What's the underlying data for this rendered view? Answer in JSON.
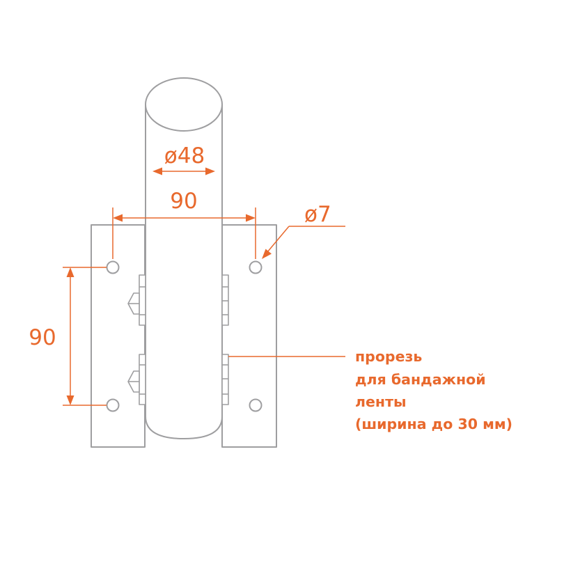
{
  "colors": {
    "line": "#9e9ea0",
    "accent": "#e8692d",
    "background": "#ffffff"
  },
  "dimensions": {
    "pipe_diameter": "ø48",
    "hole_spacing_horizontal": "90",
    "hole_diameter": "ø7",
    "hole_spacing_vertical": "90"
  },
  "callout": {
    "lines": [
      "прорезь",
      "для бандажной",
      "ленты",
      "(ширина до 30 мм)"
    ]
  }
}
